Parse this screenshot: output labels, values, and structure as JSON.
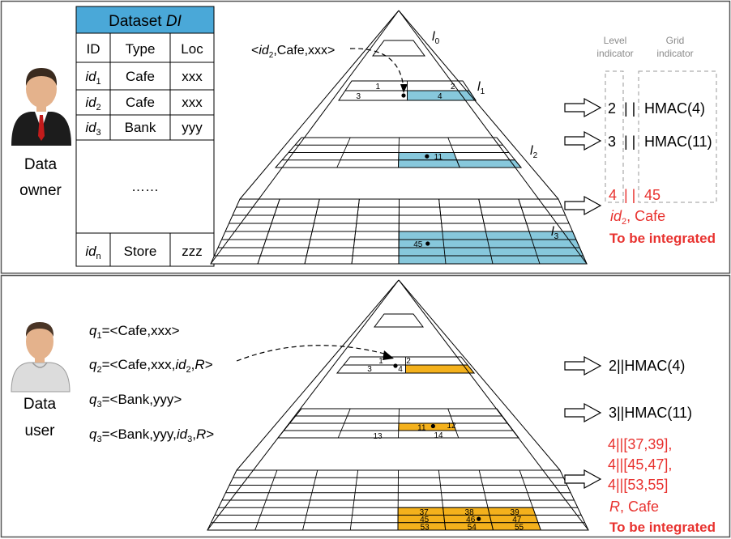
{
  "colors": {
    "blue_cell": "#87c8dc",
    "table_header": "#4aa8d8",
    "orange_cell": "#f4b11c",
    "red_text": "#e8322f",
    "gray_text": "#8a8a8a"
  },
  "owner": {
    "label_line1": "Data",
    "label_line2": "owner",
    "icon": "businessman-icon",
    "table": {
      "title_prefix": "Dataset ",
      "title_italic": "DI",
      "headers": [
        "ID",
        "Type",
        "Loc"
      ],
      "rows": [
        {
          "id_base": "id",
          "id_sub": "1",
          "type": "Cafe",
          "loc": "xxx"
        },
        {
          "id_base": "id",
          "id_sub": "2",
          "type": "Cafe",
          "loc": "xxx"
        },
        {
          "id_base": "id",
          "id_sub": "3",
          "type": "Bank",
          "loc": "yyy"
        }
      ],
      "ellipsis": "……",
      "last_row": {
        "id_base": "id",
        "id_sub": "n",
        "type": "Store",
        "loc": "zzz"
      }
    },
    "record_tag": {
      "open": "<",
      "id_base": "id",
      "id_sub": "2",
      "rest": ",Cafe,xxx>"
    },
    "levels": [
      {
        "base": "l",
        "sub": "0"
      },
      {
        "base": "l",
        "sub": "1"
      },
      {
        "base": "l",
        "sub": "2"
      },
      {
        "base": "l",
        "sub": "3"
      }
    ],
    "cell_numbers_l1": [
      "1",
      "2",
      "3",
      "4"
    ],
    "cell_number_l2": "11",
    "cell_number_l3": "45",
    "indicator_headers": {
      "level_line1": "Level",
      "level_line2": "indicator",
      "grid_line1": "Grid",
      "grid_line2": "indicator"
    },
    "outputs": [
      {
        "level": "2",
        "sep": "| |",
        "grid": "HMAC(4)"
      },
      {
        "level": "3",
        "sep": "| |",
        "grid": "HMAC(11)"
      },
      {
        "level": "4",
        "sep": "| |",
        "grid": "45"
      }
    ],
    "final_line": {
      "id_base": "id",
      "id_sub": "2",
      "rest": ", Cafe"
    },
    "integrated_label": "To be integrated"
  },
  "user": {
    "label_line1": "Data",
    "label_line2": "user",
    "icon": "user-icon",
    "queries": [
      {
        "q": "q",
        "sub": "1",
        "body": "=<Cafe,xxx>"
      },
      {
        "q": "q",
        "sub": "2",
        "body_a": "=<Cafe,xxx,",
        "id_base": "id",
        "id_sub": "2",
        "body_b": ",",
        "r": "R",
        "body_c": ">"
      },
      {
        "q": "q",
        "sub": "3",
        "body": "=<Bank,yyy>"
      },
      {
        "q": "q",
        "sub": "3",
        "body_a": "=<Bank,yyy,",
        "id_base": "id",
        "id_sub": "3",
        "body_b": ",",
        "r": "R",
        "body_c": ">"
      }
    ],
    "cell_numbers_l1": [
      "1",
      "2",
      "3",
      "4"
    ],
    "cell_numbers_l2": [
      "11",
      "12",
      "13",
      "14"
    ],
    "cell_numbers_l3": [
      "37",
      "38",
      "39",
      "45",
      "46",
      "47",
      "53",
      "54",
      "55"
    ],
    "outputs": [
      "2||HMAC(4)",
      "3||HMAC(11)"
    ],
    "ranges": [
      "4||[37,39],",
      "4||[45,47],",
      "4||[53,55]"
    ],
    "final_r": "R",
    "final_rest": ", Cafe",
    "integrated_label": "To be integrated"
  }
}
